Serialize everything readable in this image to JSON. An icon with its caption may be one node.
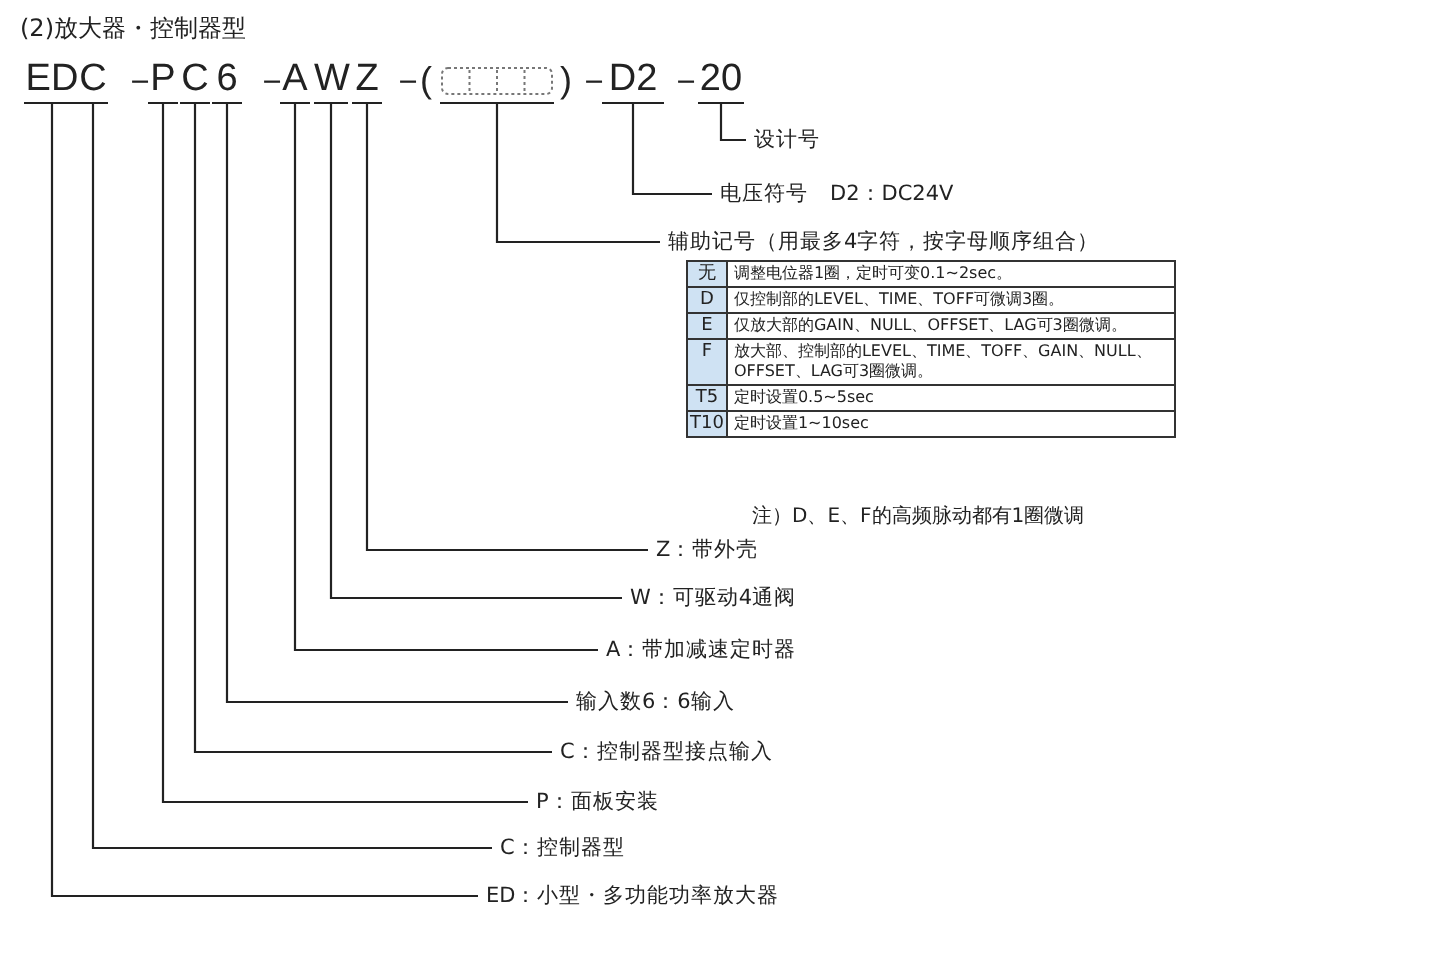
{
  "diagram": {
    "title": "(2)放大器・控制器型",
    "nodes": [
      {
        "text": [
          "ED"
        ]
      },
      {
        "text": [
          "C"
        ]
      },
      {
        "text": [
          "P"
        ]
      },
      {
        "text": [
          "C"
        ]
      },
      {
        "text": [
          "6"
        ]
      },
      {
        "text": [
          "A"
        ]
      },
      {
        "text": [
          "W"
        ]
      },
      {
        "text": [
          "Z"
        ]
      },
      {
        "text": [],
        "shape": "box"
      },
      {
        "text": [
          "D2"
        ]
      },
      {
        "text": [
          "20"
        ]
      },
      {
        "text": [
          "设计号"
        ]
      },
      {
        "text": [
          "电压符号　D2：DC24V"
        ]
      },
      {
        "text": [
          "辅助记号（用最多4字符，按字母顺序组合）"
        ]
      },
      {
        "text": [
          "Z：带外壳"
        ]
      },
      {
        "text": [
          "W：可驱动4通阀"
        ]
      },
      {
        "text": [
          "A：带加减速定时器"
        ]
      },
      {
        "text": [
          "输入数6：6输入"
        ]
      },
      {
        "text": [
          "C：控制器型接点输入"
        ]
      },
      {
        "text": [
          "P：面板安装"
        ]
      },
      {
        "text": [
          "C：控制器型"
        ]
      },
      {
        "text": [
          "ED：小型・多功能功率放大器"
        ]
      }
    ],
    "edges": [
      {
        "from": 10,
        "to": 11,
        "arrow": "none"
      },
      {
        "from": 9,
        "to": 12,
        "arrow": "none"
      },
      {
        "from": 8,
        "to": 13,
        "arrow": "none"
      },
      {
        "from": 7,
        "to": 14,
        "arrow": "none"
      },
      {
        "from": 6,
        "to": 15,
        "arrow": "none"
      },
      {
        "from": 5,
        "to": 16,
        "arrow": "none"
      },
      {
        "from": 4,
        "to": 17,
        "arrow": "none"
      },
      {
        "from": 3,
        "to": 18,
        "arrow": "none"
      },
      {
        "from": 2,
        "to": 19,
        "arrow": "none"
      },
      {
        "from": 1,
        "to": 20,
        "arrow": "none"
      },
      {
        "from": 0,
        "to": 21,
        "arrow": "none"
      }
    ],
    "labels": [
      "－",
      "－",
      "－",
      "(",
      ")",
      "－",
      "－",
      "无",
      "调整电位器1圈，定时可变0.1~2sec。",
      "D",
      "仅控制部的LEVEL、TIME、TOFF可微调3圈。",
      "E",
      "仅放大部的GAIN、NULL、OFFSET、LAG可3圈微调。",
      "F",
      "放大部、控制部的LEVEL、TIME、TOFF、GAIN、NULL、OFFSET、LAG可3圈微调。",
      "T5",
      "定时设置0.5~5sec",
      "T10",
      "定时设置1~10sec",
      "注）D、E、F的高频脉动都有1圈微调"
    ]
  }
}
